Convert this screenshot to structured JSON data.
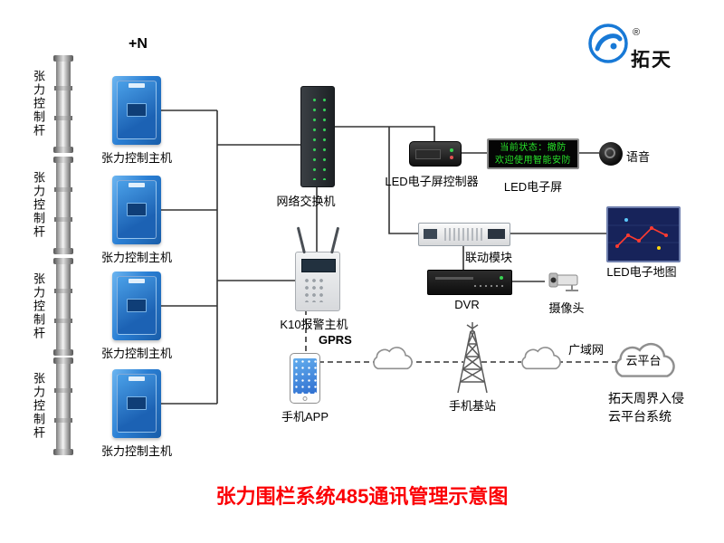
{
  "logo": {
    "brand": "拓天",
    "registered": "®"
  },
  "annotations": {
    "plus_n": "+N",
    "gprs": "GPRS",
    "wan": "广域网"
  },
  "left": {
    "rod_label": "张力控制杆",
    "host_label": "张力控制主机"
  },
  "nodes": {
    "switch_label": "网络交换机",
    "k10_label": "K10报警主机",
    "led_controller_label": "LED电子屏控制器",
    "led_screen_label": "LED电子屏",
    "led_screen_line1": "当前状态：撤防",
    "led_screen_line2": "欢迎使用智能安防",
    "voice_label": "语音",
    "linkage_label": "联动模块",
    "led_map_label": "LED电子地图",
    "dvr_label": "DVR",
    "camera_label": "摄像头",
    "phone_label": "手机APP",
    "station_label": "手机基站",
    "cloud_label": "云平台",
    "cloud_sub1": "拓天周界入侵",
    "cloud_sub2": "云平台系统"
  },
  "title": "张力围栏系统485通讯管理示意图"
}
